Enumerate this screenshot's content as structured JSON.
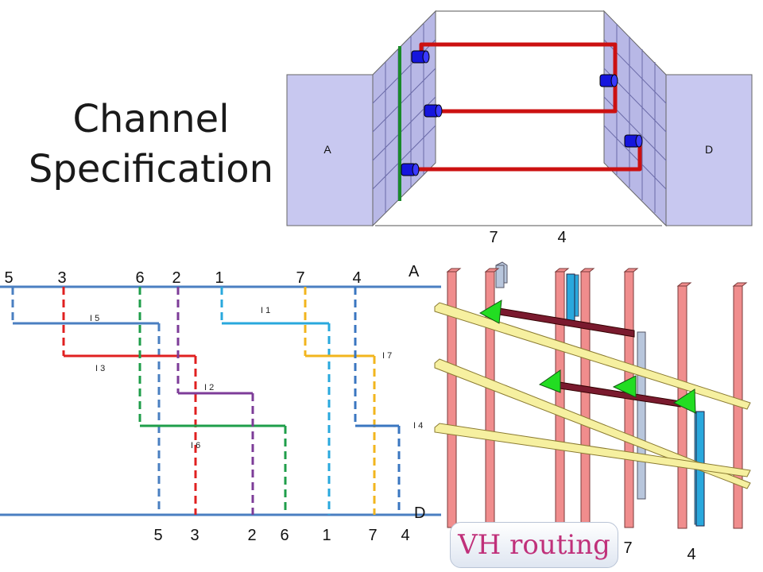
{
  "title_line1": "Channel",
  "title_line2": "Specification",
  "badge": "VH routing",
  "box": {
    "left_label": "A",
    "right_label": "D",
    "bottom_labels": [
      "7",
      "4"
    ]
  },
  "channel": {
    "top_side": "A",
    "bottom_side": "D",
    "top_pins": [
      "5",
      "3",
      "6",
      "2",
      "1",
      "7",
      "4"
    ],
    "bottom_pins": [
      "5",
      "3",
      "2",
      "6",
      "1",
      "7",
      "4"
    ],
    "track_labels": [
      "I 5",
      "I 3",
      "I 2",
      "I 6",
      "I 1",
      "I 7",
      "I 4"
    ]
  },
  "grid_labels": [
    "7",
    "4"
  ],
  "colors": {
    "net5": "#4a7fc1",
    "net3": "#e02020",
    "net6": "#1f9e4a",
    "net2": "#7d3c98",
    "net1": "#29a8dd",
    "net7": "#f2b51d",
    "net4": "#3a76c0",
    "panel": "#c8c8f0",
    "wire": "#cc1111",
    "pin": "#1515dd",
    "pillar": "#f08d8d",
    "rail": "#f6f0a0",
    "segment": "#7a1a2e",
    "arrow": "#22dd22"
  }
}
